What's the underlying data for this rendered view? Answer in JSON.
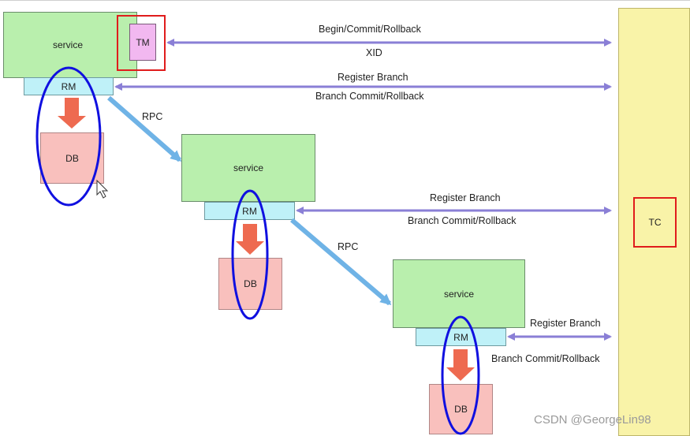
{
  "nodes": {
    "service_1": "service",
    "service_2": "service",
    "service_3": "service",
    "tm": "TM",
    "tc": "TC",
    "rm_1": "RM",
    "rm_2": "RM",
    "rm_3": "RM",
    "db_1": "DB",
    "db_2": "DB",
    "db_3": "DB"
  },
  "edges": {
    "tm_tc_top": "Begin/Commit/Rollback",
    "tm_tc_bottom": "XID",
    "rm1_tc_top": "Register Branch",
    "rm1_tc_bottom": "Branch Commit/Rollback",
    "rm2_tc_top": "Register Branch",
    "rm2_tc_bottom": "Branch Commit/Rollback",
    "rm3_tc_top": "Register Branch",
    "rm3_tc_bottom": "Branch Commit/Rollback",
    "rpc_1": "RPC",
    "rpc_2": "RPC"
  },
  "watermark": "CSDN @GeorgeLin98",
  "colors": {
    "service": "#b9efad",
    "rm": "#bff1f8",
    "db": "#f9c0bd",
    "tm": "#f2b8f0",
    "tc_panel": "#f9f3a8",
    "highlight_frame": "#e01c1c",
    "highlight_ellipse": "#1010e0",
    "bidirectional_arrow": "#8a7fd6",
    "rpc_arrow": "#6fb3e6",
    "db_arrow": "#ee6a50"
  }
}
